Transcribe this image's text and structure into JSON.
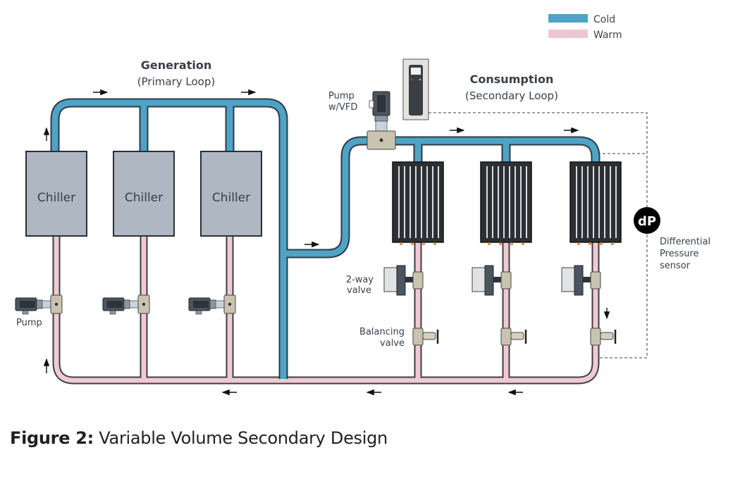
{
  "legend": {
    "items": [
      {
        "label": "Cold",
        "color": "#4ea3c6"
      },
      {
        "label": "Warm",
        "color": "#efc6cf"
      }
    ]
  },
  "colors": {
    "cold_pipe": "#4ea3c6",
    "warm_pipe": "#f2c9d2",
    "pipe_outline": "#2f3a45",
    "chiller_fill": "#aeb7c2",
    "coil_fill": "#2c2f33",
    "sensor_fill": "#000000"
  },
  "generation": {
    "title": "Generation",
    "subtitle": "(Primary Loop)"
  },
  "consumption": {
    "title": "Consumption",
    "subtitle": "(Secondary Loop)"
  },
  "chillers": [
    {
      "label": "Chiller"
    },
    {
      "label": "Chiller"
    },
    {
      "label": "Chiller"
    }
  ],
  "labels": {
    "pump": "Pump",
    "pump_vfd_line1": "Pump",
    "pump_vfd_line2": "w/VFD",
    "two_way_line1": "2-way",
    "two_way_line2": "valve",
    "balancing_line1": "Balancing",
    "balancing_line2": "valve",
    "sensor_badge": "dP",
    "sensor_line1": "Differential",
    "sensor_line2": "Pressure",
    "sensor_line3": "sensor"
  },
  "caption": {
    "prefix": "Figure 2:",
    "text": " Variable Volume Secondary Design"
  }
}
